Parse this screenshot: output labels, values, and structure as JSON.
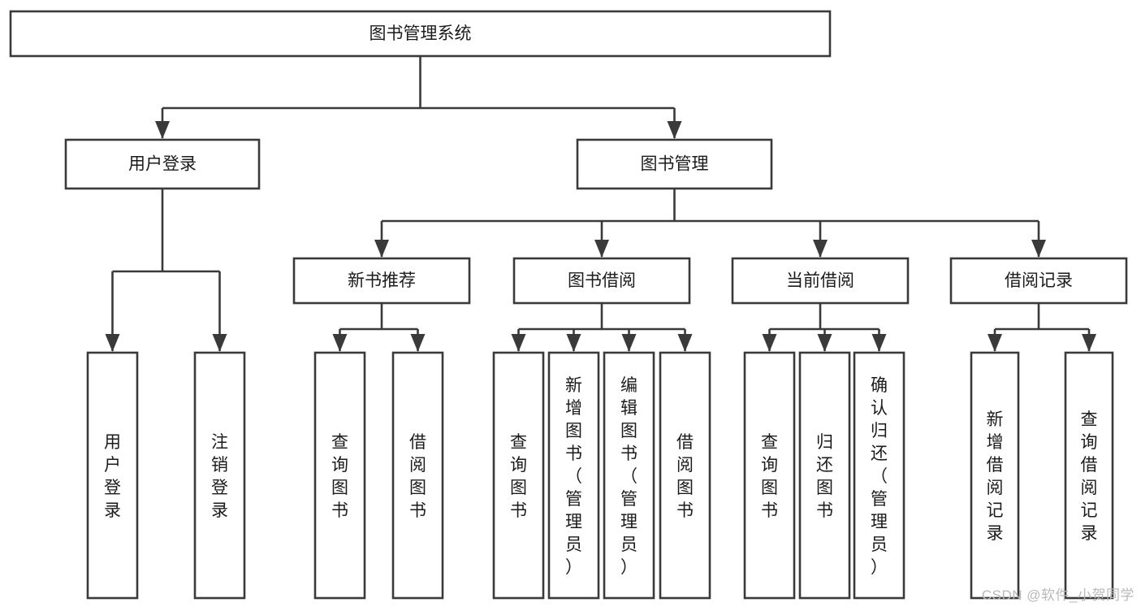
{
  "diagram": {
    "type": "tree-hierarchy",
    "title": "图书管理系统",
    "watermark": "CSDN @软件_小贺同学",
    "colors": {
      "stroke": "#3a3a3a",
      "fill": "#ffffff",
      "text": "#1b1b1b",
      "watermark": "#b9b9b9",
      "background": "#ffffff"
    },
    "root": {
      "label": "图书管理系统",
      "orientation": "horizontal"
    },
    "level1": [
      {
        "label": "用户登录",
        "orientation": "horizontal"
      },
      {
        "label": "图书管理",
        "orientation": "horizontal"
      }
    ],
    "level2": [
      {
        "label": "新书推荐",
        "orientation": "horizontal",
        "parent": "图书管理"
      },
      {
        "label": "图书借阅",
        "orientation": "horizontal",
        "parent": "图书管理"
      },
      {
        "label": "当前借阅",
        "orientation": "horizontal",
        "parent": "图书管理"
      },
      {
        "label": "借阅记录",
        "orientation": "horizontal",
        "parent": "图书管理"
      }
    ],
    "leaves": {
      "用户登录": [
        {
          "label": "用户登录",
          "orientation": "vertical"
        },
        {
          "label": "注销登录",
          "orientation": "vertical"
        }
      ],
      "新书推荐": [
        {
          "label": "查询图书",
          "orientation": "vertical"
        },
        {
          "label": "借阅图书",
          "orientation": "vertical"
        }
      ],
      "图书借阅": [
        {
          "label": "查询图书",
          "orientation": "vertical"
        },
        {
          "label": "新增图书（管理员）",
          "orientation": "vertical"
        },
        {
          "label": "编辑图书（管理员）",
          "orientation": "vertical"
        },
        {
          "label": "借阅图书",
          "orientation": "vertical"
        }
      ],
      "当前借阅": [
        {
          "label": "查询图书",
          "orientation": "vertical"
        },
        {
          "label": "归还图书",
          "orientation": "vertical"
        },
        {
          "label": "确认归还（管理员）",
          "orientation": "vertical"
        }
      ],
      "借阅记录": [
        {
          "label": "新增借阅记录",
          "orientation": "vertical"
        },
        {
          "label": "查询借阅记录",
          "orientation": "vertical"
        }
      ]
    }
  }
}
